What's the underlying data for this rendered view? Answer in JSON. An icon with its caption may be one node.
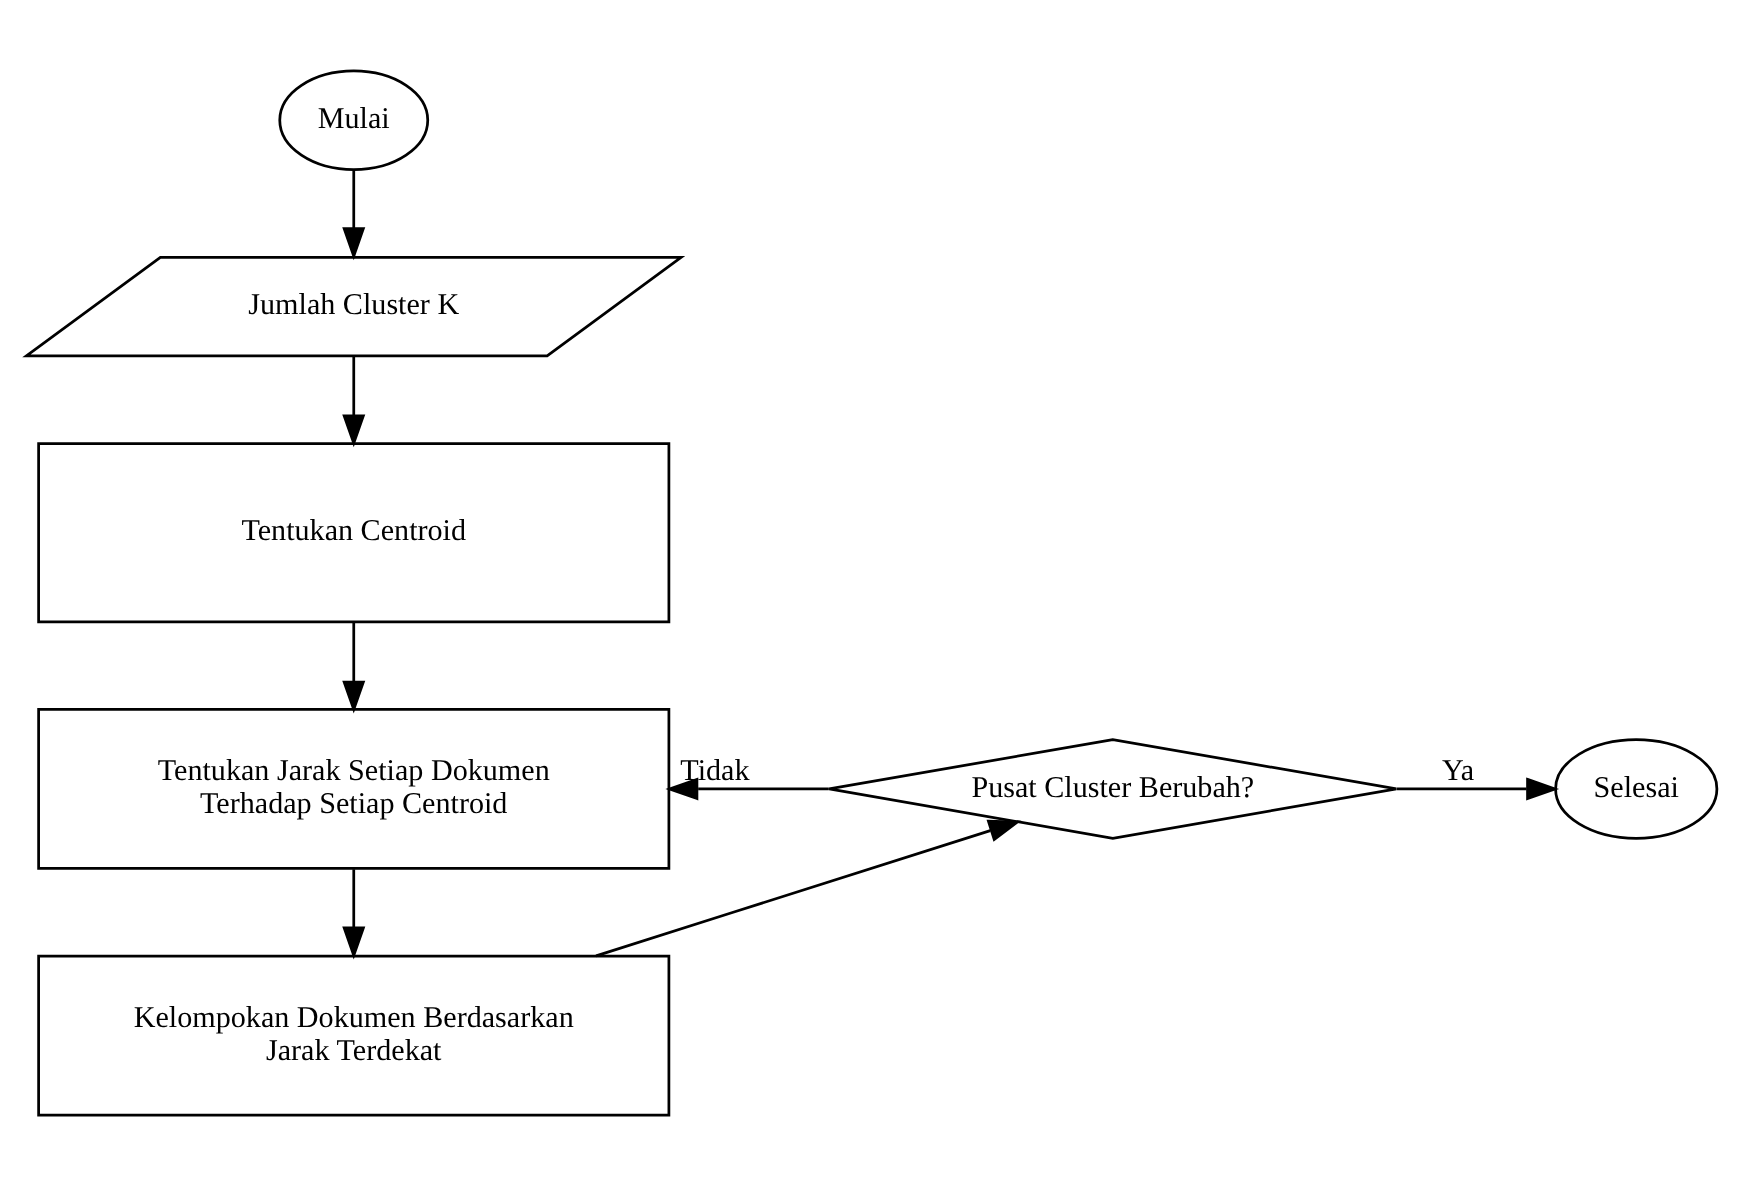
{
  "diagram": {
    "nodes": [
      {
        "text": [
          "Mulai"
        ]
      },
      {
        "text": [
          "Jumlah Cluster K"
        ]
      },
      {
        "text": [
          "Tentukan Centroid"
        ]
      },
      {
        "text": [
          "Tentukan Jarak Setiap Dokumen Terhadap Setiap Centroid"
        ]
      },
      {
        "text": [
          "Kelompokan Dokumen Berdasarkan Jarak Terdekat"
        ]
      },
      {
        "text": [
          "Pusat Cluster Berubah?"
        ]
      },
      {
        "text": [
          "Selesai"
        ]
      }
    ],
    "edges": [
      {
        "from": 0,
        "to": 1,
        "arrow": "to"
      },
      {
        "from": 1,
        "to": 2,
        "arrow": "to"
      },
      {
        "from": 2,
        "to": 3,
        "arrow": "to"
      },
      {
        "from": 3,
        "to": 4,
        "arrow": "to"
      },
      {
        "from": 4,
        "to": 5,
        "arrow": "to"
      },
      {
        "from": 5,
        "to": 3,
        "label": "Tidak",
        "arrow": "to"
      },
      {
        "from": 5,
        "to": 6,
        "label": "Ya",
        "arrow": "to"
      }
    ]
  }
}
